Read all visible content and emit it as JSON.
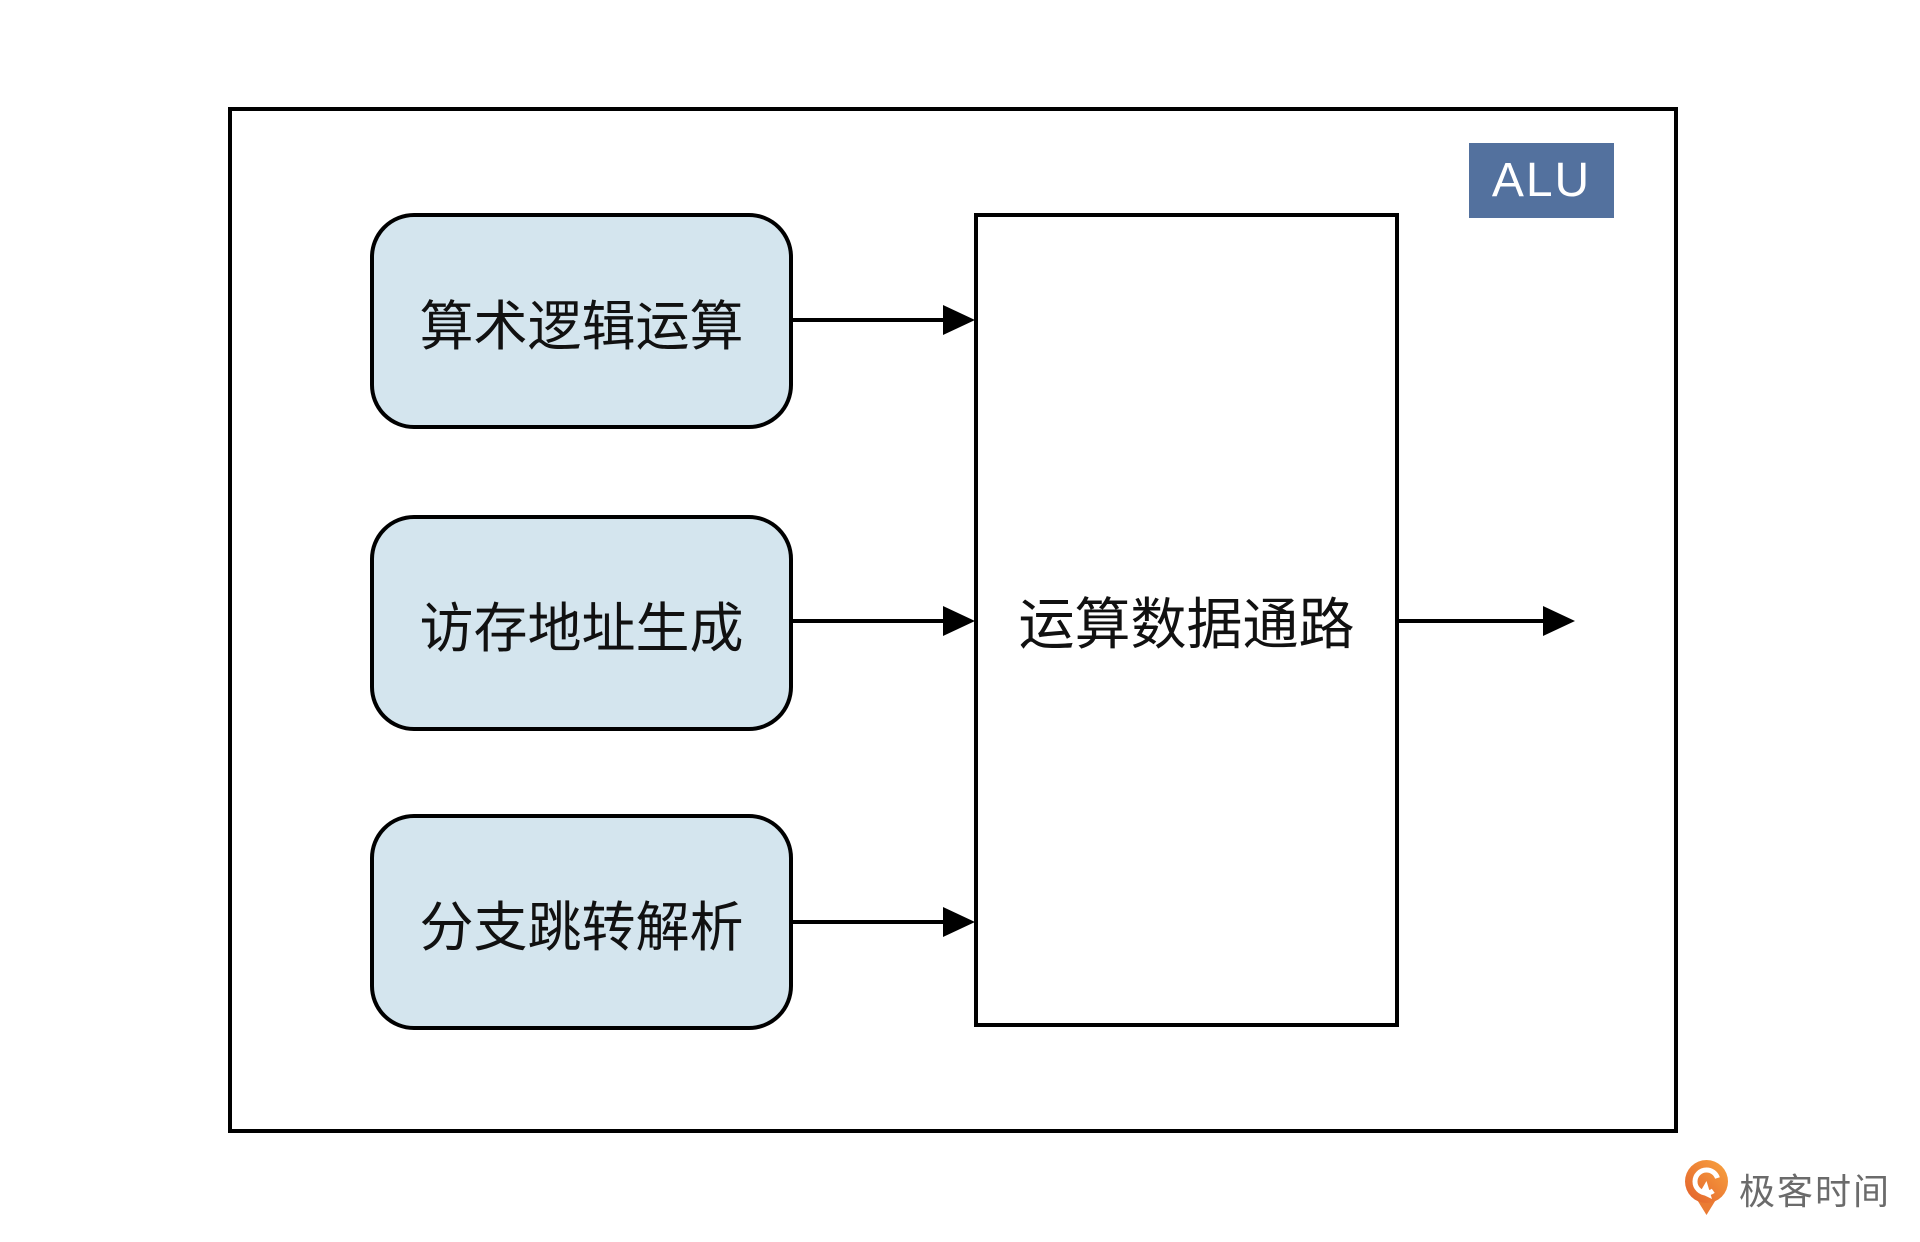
{
  "diagram": {
    "badge_label": "ALU",
    "input_boxes": [
      {
        "label": "算术逻辑运算"
      },
      {
        "label": "访存地址生成"
      },
      {
        "label": "分支跳转解析"
      }
    ],
    "center_box_label": "运算数据通路"
  },
  "branding": {
    "logo_text": "极客时间"
  },
  "colors": {
    "box_fill": "#d4e5ee",
    "badge_bg": "#53719e",
    "line": "#000000",
    "logo_orange_dark": "#e2602c",
    "logo_orange_light": "#f9a43f",
    "logo_text_gray": "#6b6b6b"
  }
}
